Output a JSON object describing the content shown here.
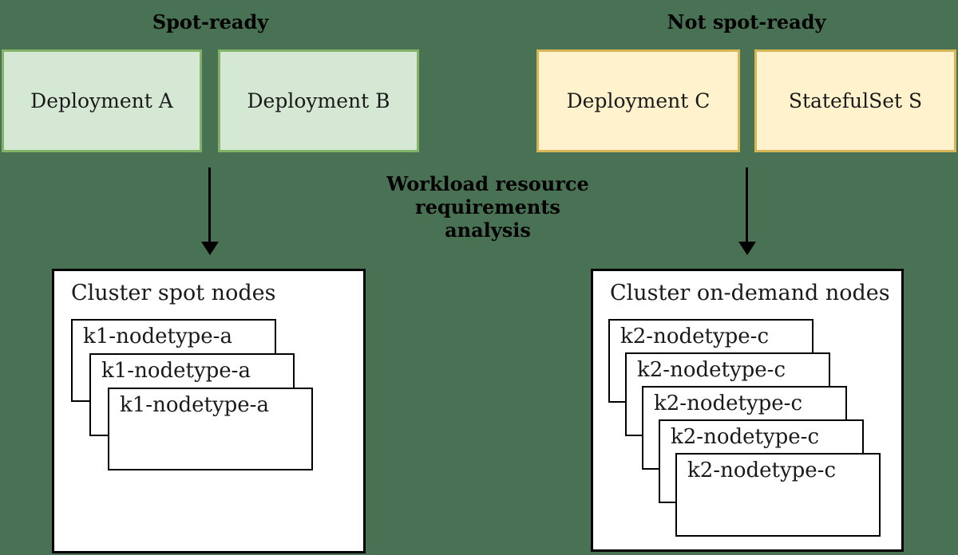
{
  "labels": {
    "spot_ready": "Spot-ready",
    "not_spot_ready": "Not spot-ready",
    "analysis_lines": [
      "Workload resource",
      "requirements",
      "analysis"
    ]
  },
  "workloads": {
    "spot": [
      {
        "label": "Deployment A"
      },
      {
        "label": "Deployment B"
      }
    ],
    "not_spot": [
      {
        "label": "Deployment C"
      },
      {
        "label": "StatefulSet S"
      }
    ]
  },
  "clusters": {
    "spot": {
      "title": "Cluster spot nodes",
      "nodes": [
        "k1-nodetype-a",
        "k1-nodetype-a",
        "k1-nodetype-a"
      ]
    },
    "on_demand": {
      "title": "Cluster on-demand nodes",
      "nodes": [
        "k2-nodetype-c",
        "k2-nodetype-c",
        "k2-nodetype-c",
        "k2-nodetype-c",
        "k2-nodetype-c"
      ]
    }
  },
  "colors": {
    "background": "#487253",
    "spot_fill": "#d5e8d4",
    "spot_stroke": "#82b366",
    "not_spot_fill": "#fff2cc",
    "not_spot_stroke": "#d6b656",
    "cluster_fill": "#ffffff",
    "stroke": "#000000"
  }
}
